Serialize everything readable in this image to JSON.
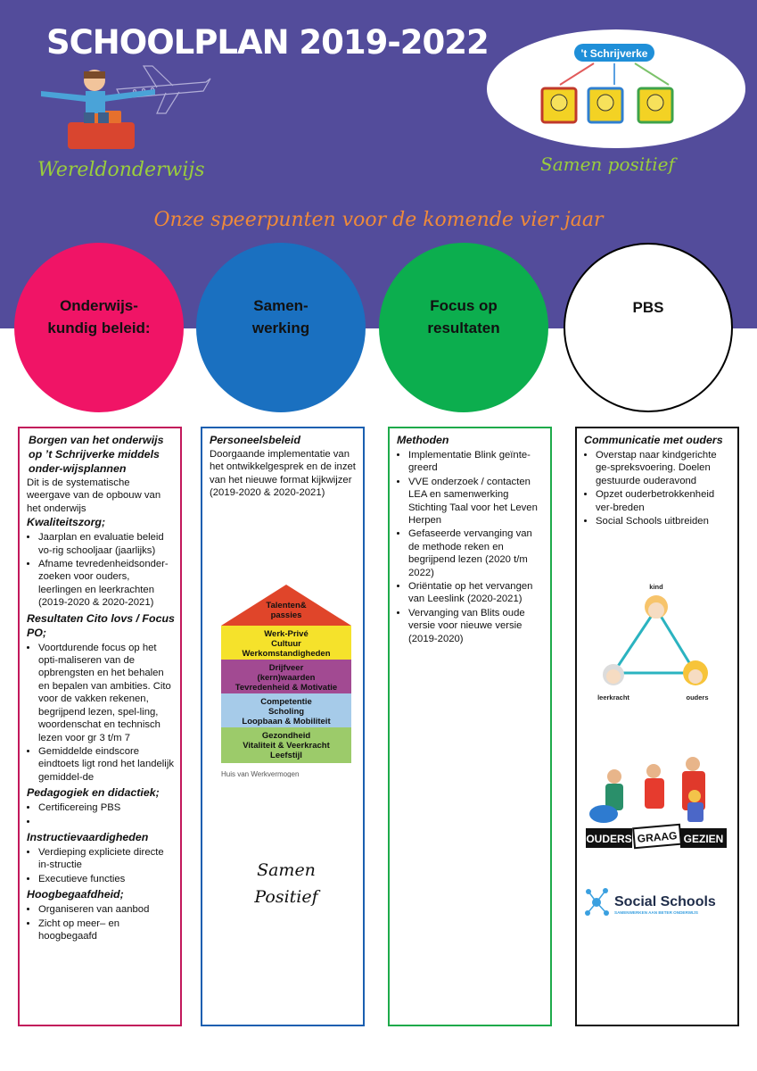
{
  "header": {
    "title": "SCHOOLPLAN 2019-2022",
    "left_subtitle": "Wereldonderwijs",
    "right_subtitle": "Samen positief",
    "logo_label": "'t Schrijverke",
    "tagline": "Onze speerpunten voor de komende vier jaar"
  },
  "circles": [
    {
      "label": "Onderwijs-\nkundig beleid:",
      "color": "#f01466"
    },
    {
      "label": "Samen-\nwerking",
      "color": "#1a70c0"
    },
    {
      "label": "Focus op\nresultaten",
      "color": "#0cae4e"
    },
    {
      "label": "PBS",
      "color": "#ffffff"
    }
  ],
  "col1": {
    "h1": "Borgen van het onderwijs op ’t Schrijverke middels onder-wijsplannen",
    "p1": "Dit is de systematische weergave van de opbouw van het onderwijs",
    "h2": "Kwaliteitszorg;",
    "l2": [
      "Jaarplan  en evaluatie beleid vo-rig schooljaar (jaarlijks)",
      "Afname tevredenheidsonder-zoeken voor ouders, leerlingen en leerkrachten (2019-2020 & 2020-2021)"
    ],
    "h3": "Resultaten Cito lovs / Focus PO;",
    "l3": [
      "Voortdurende focus op het opti-maliseren van de opbrengsten en het behalen en bepalen van ambities. Cito voor de vakken rekenen, begrijpend lezen, spel-ling, woordenschat en technisch lezen voor gr 3 t/m 7",
      "Gemiddelde eindscore eindtoets ligt rond het landelijk gemiddel-de"
    ],
    "h4": "Pedagogiek en didactiek;",
    "l4": [
      "Certificereing PBS",
      ""
    ],
    "h5": "Instructievaardigheden",
    "l5": [
      "Verdieping expliciete directe in-structie",
      "Executieve functies"
    ],
    "h6": "Hoogbegaafdheid;",
    "l6": [
      "Organiseren van aanbod",
      "Zicht op meer– en hoogbegaafd"
    ]
  },
  "col2": {
    "h1": "Personeelsbeleid",
    "p1": "Doorgaande implementatie van het ontwikkelgesprek en de inzet van het nieuwe format kijkwijzer (2019-2020 & 2020-2021)",
    "house_layers": [
      "Talenten&\npassies",
      "Werk-Privé\nCultuur\nWerkomstandigheden",
      "Drijfveer\n(kern)waarden\nTevredenheid & Motivatie",
      "Competentie\nScholing\nLoopbaan & Mobiliteit",
      "Gezondheid\nVitaliteit & Veerkracht\nLeefstijl"
    ],
    "house_caption": "Huis van Werkvermogen",
    "closing_1": "Samen",
    "closing_2": "Positief"
  },
  "col3": {
    "h1": "Methoden",
    "l1": [
      "Implementatie Blink geïnte-greerd",
      "VVE onderzoek  / contacten LEA en samenwerking Stichting Taal voor het Leven Herpen",
      "Gefaseerde vervanging van de methode reken en begrijpend lezen (2020 t/m 2022)",
      "Oriëntatie op het vervangen van Leeslink (2020-2021)",
      "Vervanging van Blits oude versie voor nieuwe versie (2019-2020)"
    ]
  },
  "col4": {
    "h1": "Communicatie met ouders",
    "l1": [
      "Overstap naar kindgerichte ge-spreksvoering. Doelen gestuurde ouderavond",
      "Opzet ouderbetrokkenheid ver-breden",
      "Social Schools uitbreiden"
    ],
    "triangle": {
      "top": "kind",
      "left": "leerkracht",
      "right": "ouders"
    },
    "ouders_logo": {
      "w1": "OUDERS",
      "w2": "GRAAG",
      "w3": "GEZIEN"
    },
    "social_logo": {
      "name": "Social Schools",
      "tag": "SAMENWERKEN AAN BETER ONDERWIJS"
    }
  }
}
